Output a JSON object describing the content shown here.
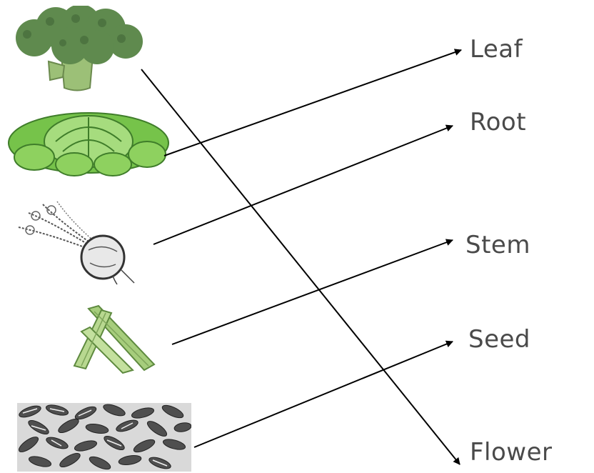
{
  "labels": {
    "leaf": "Leaf",
    "root": "Root",
    "stem": "Stem",
    "seed": "Seed",
    "flower": "Flower"
  },
  "colors": {
    "broccoli_green": "#5f8a4e",
    "broccoli_stalk": "#9cc077",
    "cabbage_green": "#76c34a",
    "celery_green": "#a6cd7c",
    "line": "#000000",
    "label_text": "#4a4a4a"
  },
  "icons": [
    "broccoli-icon",
    "cabbage-icon",
    "beetroot-icon",
    "celery-icon",
    "sunflower-seeds-icon"
  ]
}
